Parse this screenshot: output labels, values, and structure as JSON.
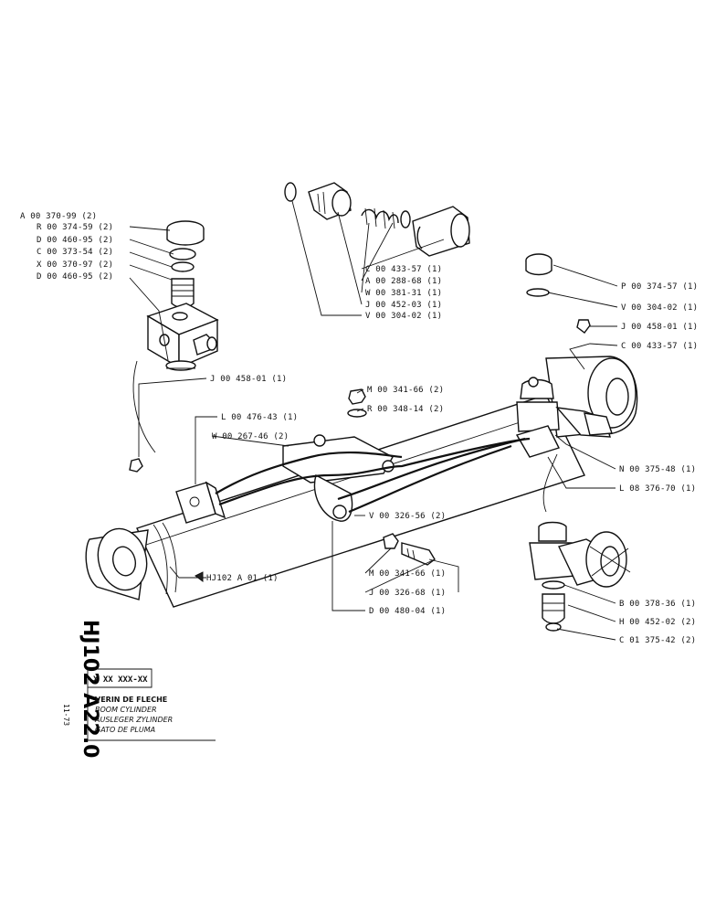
{
  "labels": {
    "a0037099": "A 00 370-99 (2)",
    "r0037459": "R 00 374-59 (2)",
    "d0046095a": "D 00 460-95 (2)",
    "c0037354": "C 00 373-54 (2)",
    "x0037097": "X 00 370-97 (2)",
    "d0046095b": "D 00 460-95 (2)",
    "c0043357a": "C 00 433-57 (1)",
    "a0028868": "A 00 288-68 (1)",
    "w0038131": "W 00 381-31 (1)",
    "j0045203": "J 00 452-03 (1)",
    "v0030402a": "V 00 304-02 (1)",
    "p0037457": "P 00 374-57 (1)",
    "v0030402b": "V 00 304-02 (1)",
    "j0045801a": "J 00 458-01 (1)",
    "c0043357b": "C 00 433-57 (1)",
    "j0045801b": "J 00 458-01 (1)",
    "m0034166a": "M 00 341-66 (2)",
    "r0034814": "R 00 348-14 (2)",
    "l0047643": "L 00 476-43 (1)",
    "w0026746": "W 00 267-46 (2)",
    "n0037548": "N 00 375-48 (1)",
    "l0837670": "L 08 376-70 (1)",
    "v0032656": "V 00 326-56 (2)",
    "hj102a01": "HJ102 A 01 (1)",
    "m0034166b": "M 00 341-66 (1)",
    "j0032668": "J 00 326-68 (1)",
    "d0048004": "D 00 480-04 (1)",
    "b0037836": "B 00 378-36 (1)",
    "h0045202": "H 00 452-02 (2)",
    "c0137542": "C 01 375-42 (2)"
  },
  "title_block": {
    "doc_number": "HJ102 A22.0",
    "date": "11-73",
    "ref_code": "X XX XXX-XX",
    "title_fr": "VERIN DE FLECHE",
    "title_en": "BOOM CYLINDER",
    "title_de": "AUSLEGER ZYLINDER",
    "title_es": "GATO DE PLUMA"
  }
}
